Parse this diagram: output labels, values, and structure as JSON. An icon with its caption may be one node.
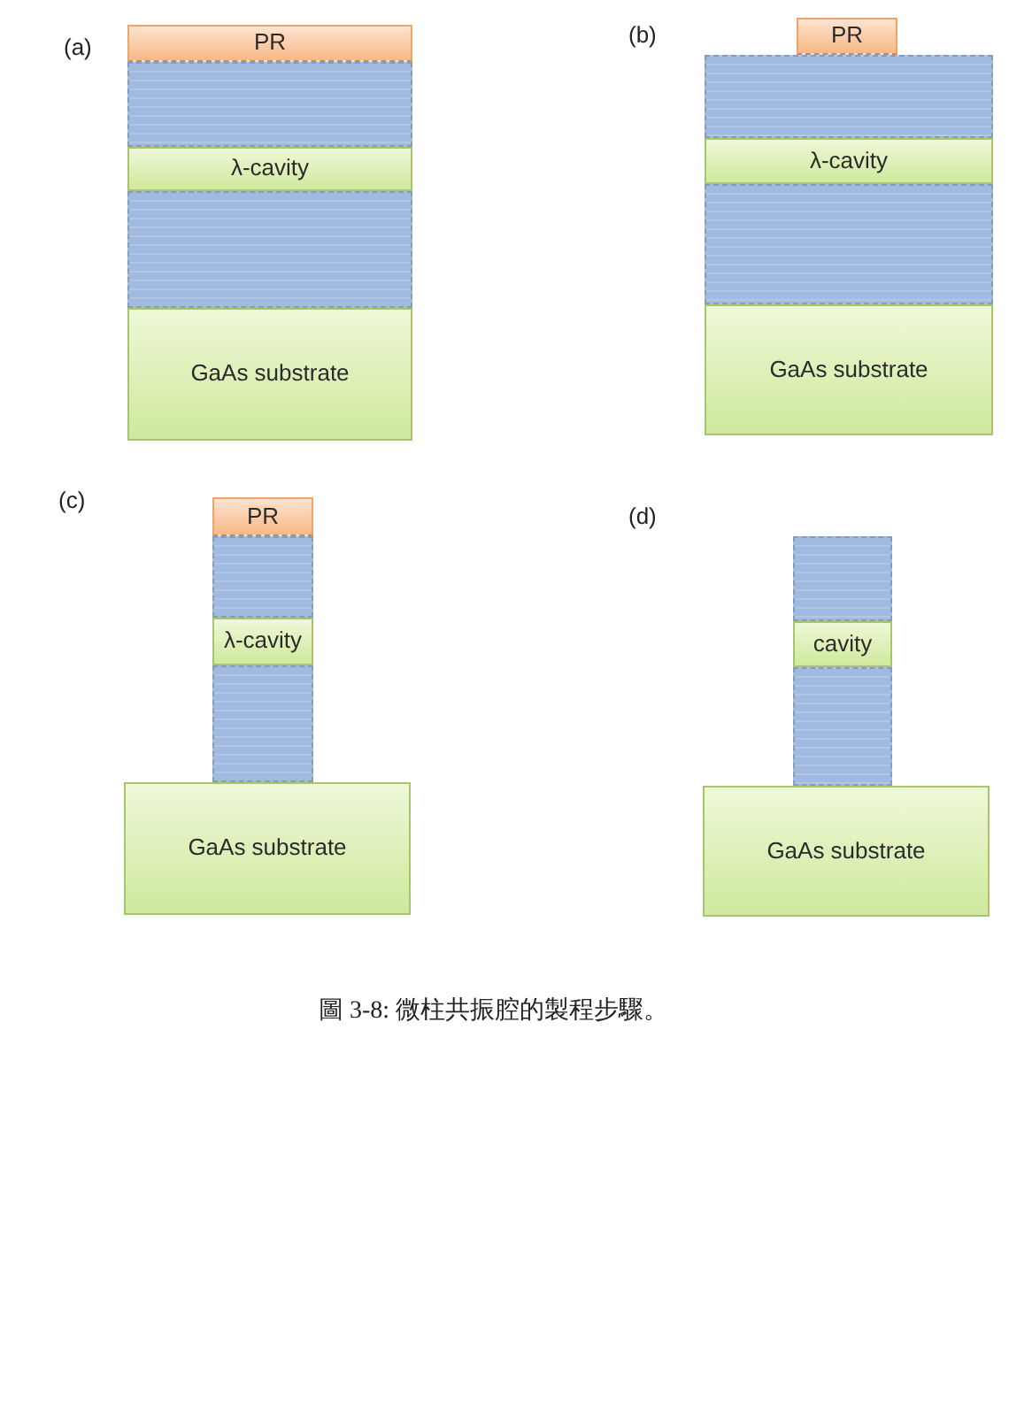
{
  "diagram": {
    "caption": "圖 3-8: 微柱共振腔的製程步驟。",
    "nodes": [
      {
        "text": [
          "PR"
        ]
      },
      {
        "text": [],
        "shape": "box"
      },
      {
        "text": [
          "λ-cavity"
        ]
      },
      {
        "text": [],
        "shape": "box"
      },
      {
        "text": [
          "GaAs substrate"
        ]
      },
      {
        "text": [
          "PR"
        ]
      },
      {
        "text": [],
        "shape": "box"
      },
      {
        "text": [
          "λ-cavity"
        ]
      },
      {
        "text": [],
        "shape": "box"
      },
      {
        "text": [
          "GaAs substrate"
        ]
      },
      {
        "text": [
          "PR"
        ]
      },
      {
        "text": [],
        "shape": "box"
      },
      {
        "text": [
          "λ-cavity"
        ]
      },
      {
        "text": [],
        "shape": "box"
      },
      {
        "text": [
          "GaAs substrate"
        ]
      },
      {
        "text": [],
        "shape": "box"
      },
      {
        "text": [
          "cavity"
        ]
      },
      {
        "text": [],
        "shape": "box"
      },
      {
        "text": [
          "GaAs substrate"
        ]
      }
    ],
    "labels": [
      "(a)",
      "(b)",
      "(c)",
      "(d)"
    ]
  }
}
